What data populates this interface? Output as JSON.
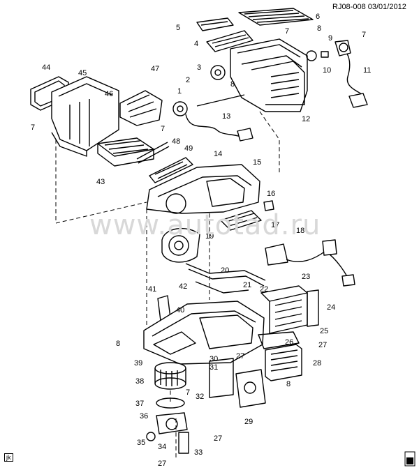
{
  "header": {
    "ref": "RJ08-008",
    "date": "03/01/2012"
  },
  "watermark": "www.autotad.ru",
  "corner_tag": "jk",
  "callouts": [
    {
      "id": "c-6",
      "label": "6"
    },
    {
      "id": "c-5",
      "label": "5"
    },
    {
      "id": "c-7a",
      "label": "7"
    },
    {
      "id": "c-8a",
      "label": "8"
    },
    {
      "id": "c-9",
      "label": "9"
    },
    {
      "id": "c-7b",
      "label": "7"
    },
    {
      "id": "c-4",
      "label": "4"
    },
    {
      "id": "c-10",
      "label": "10"
    },
    {
      "id": "c-11",
      "label": "11"
    },
    {
      "id": "c-44",
      "label": "44"
    },
    {
      "id": "c-45",
      "label": "45"
    },
    {
      "id": "c-47",
      "label": "47"
    },
    {
      "id": "c-3",
      "label": "3"
    },
    {
      "id": "c-2",
      "label": "2"
    },
    {
      "id": "c-8b",
      "label": "8"
    },
    {
      "id": "c-46",
      "label": "46"
    },
    {
      "id": "c-1",
      "label": "1"
    },
    {
      "id": "c-13",
      "label": "13"
    },
    {
      "id": "c-12",
      "label": "12"
    },
    {
      "id": "c-7c",
      "label": "7"
    },
    {
      "id": "c-7d",
      "label": "7"
    },
    {
      "id": "c-14",
      "label": "14"
    },
    {
      "id": "c-48",
      "label": "48"
    },
    {
      "id": "c-49",
      "label": "49"
    },
    {
      "id": "c-15",
      "label": "15"
    },
    {
      "id": "c-43",
      "label": "43"
    },
    {
      "id": "c-16",
      "label": "16"
    },
    {
      "id": "c-17",
      "label": "17"
    },
    {
      "id": "c-19",
      "label": "19"
    },
    {
      "id": "c-18",
      "label": "18"
    },
    {
      "id": "c-20",
      "label": "20"
    },
    {
      "id": "c-21",
      "label": "21"
    },
    {
      "id": "c-42",
      "label": "42"
    },
    {
      "id": "c-22",
      "label": "22"
    },
    {
      "id": "c-23",
      "label": "23"
    },
    {
      "id": "c-41",
      "label": "41"
    },
    {
      "id": "c-40",
      "label": "40"
    },
    {
      "id": "c-24",
      "label": "24"
    },
    {
      "id": "c-25",
      "label": "25"
    },
    {
      "id": "c-8c",
      "label": "8"
    },
    {
      "id": "c-26",
      "label": "26"
    },
    {
      "id": "c-27a",
      "label": "27"
    },
    {
      "id": "c-27b",
      "label": "27"
    },
    {
      "id": "c-39",
      "label": "39"
    },
    {
      "id": "c-30",
      "label": "30"
    },
    {
      "id": "c-28",
      "label": "28"
    },
    {
      "id": "c-31",
      "label": "31"
    },
    {
      "id": "c-38",
      "label": "38"
    },
    {
      "id": "c-7e",
      "label": "7"
    },
    {
      "id": "c-32",
      "label": "32"
    },
    {
      "id": "c-8d",
      "label": "8"
    },
    {
      "id": "c-37",
      "label": "37"
    },
    {
      "id": "c-29",
      "label": "29"
    },
    {
      "id": "c-36",
      "label": "36"
    },
    {
      "id": "c-27c",
      "label": "27"
    },
    {
      "id": "c-35",
      "label": "35"
    },
    {
      "id": "c-34",
      "label": "34"
    },
    {
      "id": "c-33",
      "label": "33"
    },
    {
      "id": "c-27d",
      "label": "27"
    }
  ]
}
